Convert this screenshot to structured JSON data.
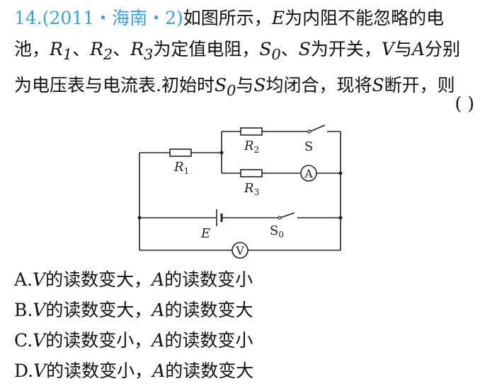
{
  "question": {
    "number": "14.(2011・海南・2)",
    "seg1": "如图所示，",
    "E": "E",
    "seg2": "为内阻不能忽略的电池，",
    "R1": "R",
    "R1s": "1",
    "sep1": "、",
    "R2": "R",
    "R2s": "2",
    "sep2": "、",
    "R3": "R",
    "R3s": "3",
    "seg3": "为定值电阻，",
    "S0": "S",
    "S0s": "0",
    "sep3": "、",
    "S": "S",
    "seg4": "为开关，",
    "V": "V",
    "seg5": "与",
    "A": "A",
    "seg6": "分别为电压表与电流表.初始时",
    "S0b": "S",
    "S0bs": "0",
    "seg7": "与",
    "Sb": "S",
    "seg8": "均闭合，现将",
    "Sc": "S",
    "seg9": "断开，则",
    "bracket": "(    )"
  },
  "diagram": {
    "R1": "R",
    "R1s": "1",
    "R2": "R",
    "R2s": "2",
    "R3": "R",
    "R3s": "3",
    "S": "S",
    "E": "E",
    "S0": "S",
    "S0s": "0",
    "ammeter": "A",
    "voltmeter": "V"
  },
  "options": [
    {
      "letter": "A.",
      "v": "V",
      "t1": "的读数变大，",
      "a": "A",
      "t2": "的读数变小"
    },
    {
      "letter": "B.",
      "v": "V",
      "t1": "的读数变大，",
      "a": "A",
      "t2": "的读数变大"
    },
    {
      "letter": "C.",
      "v": "V",
      "t1": "的读数变小，",
      "a": "A",
      "t2": "的读数变小"
    },
    {
      "letter": "D.",
      "v": "V",
      "t1": "的读数变小，",
      "a": "A",
      "t2": "的读数变大"
    }
  ],
  "colors": {
    "number": "#3aa0d8",
    "text": "#111111",
    "line": "#222222"
  }
}
